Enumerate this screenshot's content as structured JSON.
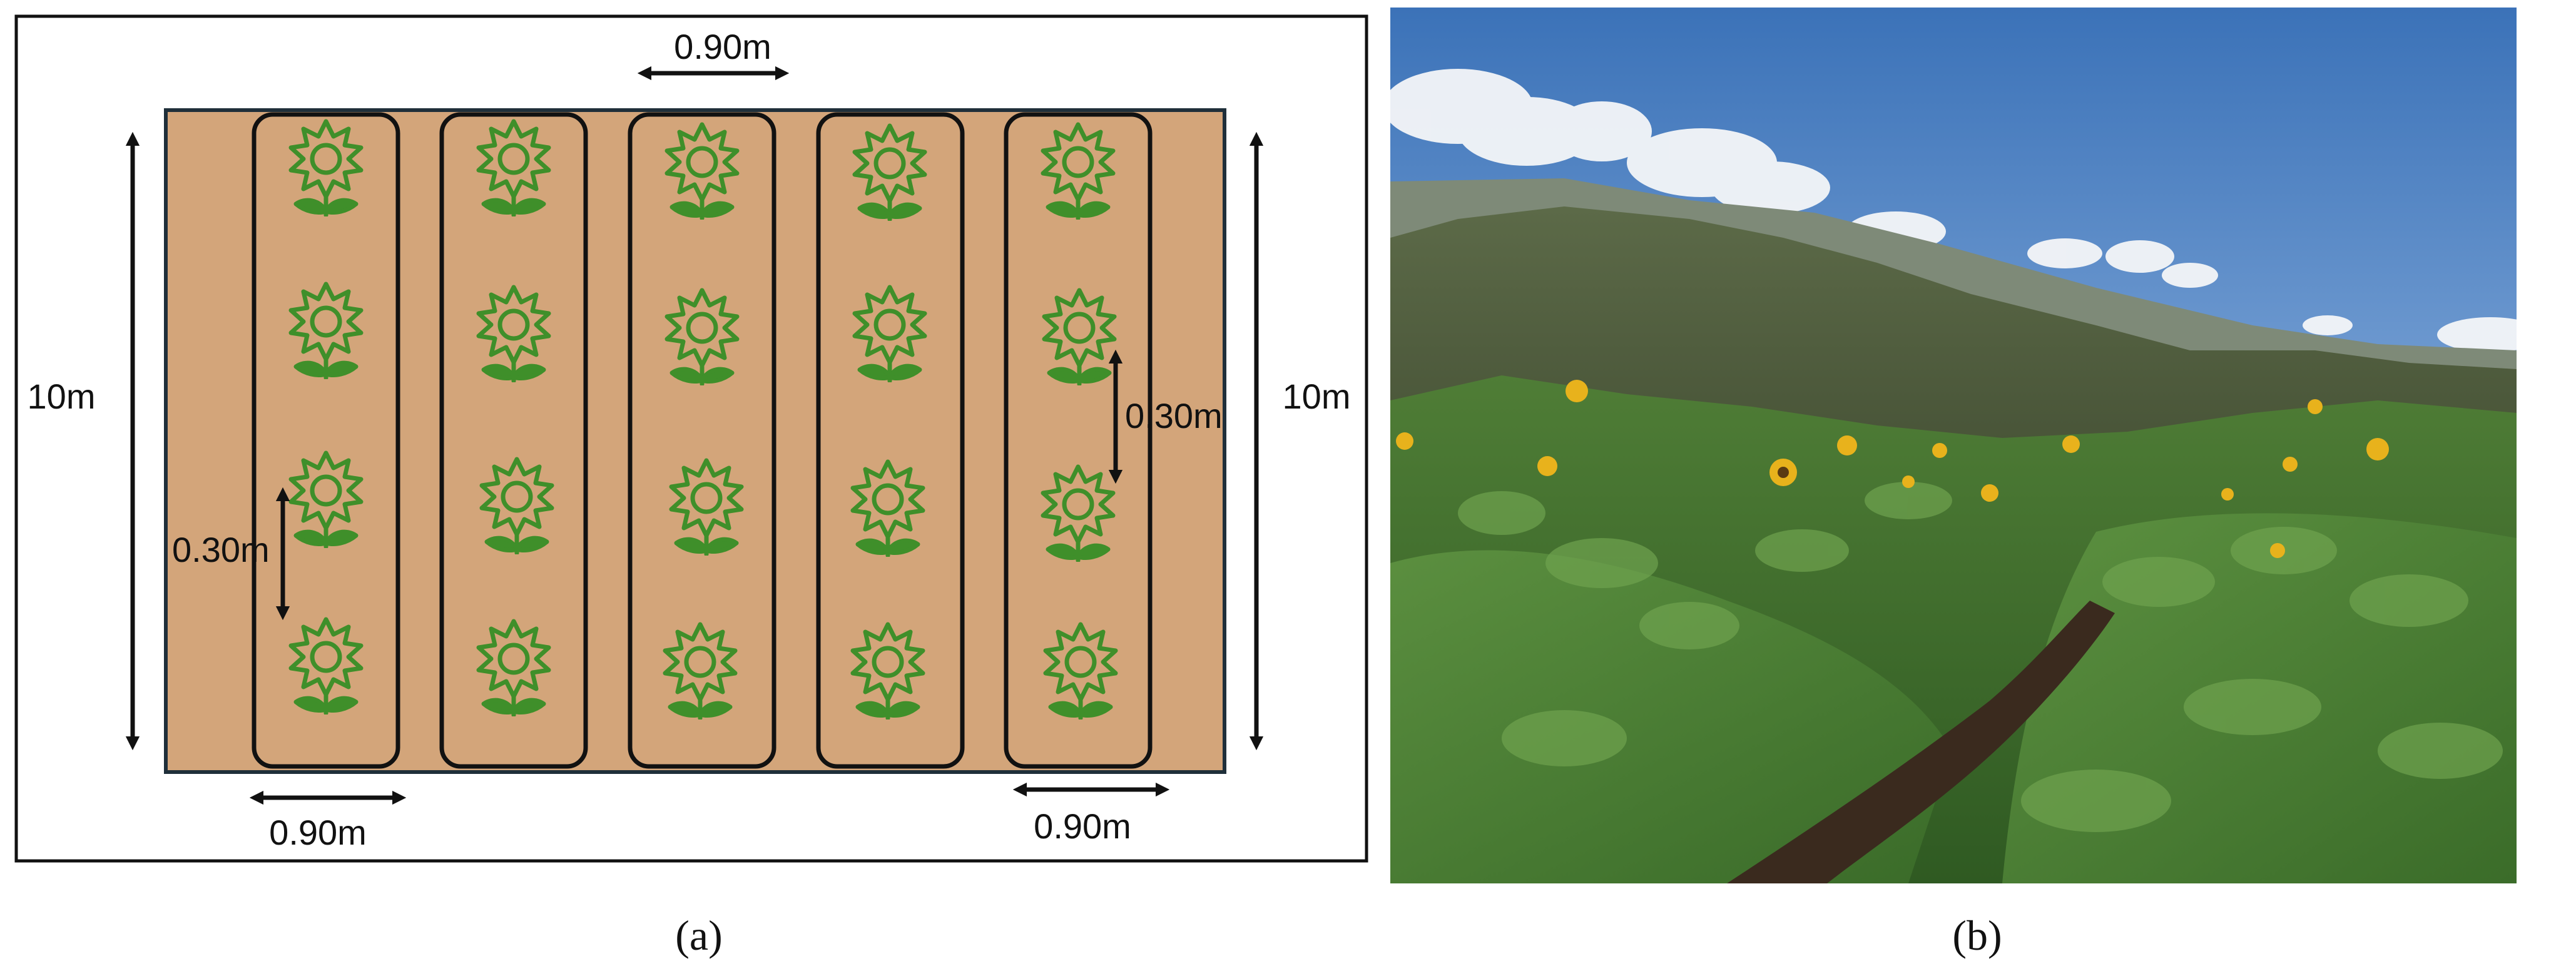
{
  "figure": {
    "panel_a": {
      "caption": "(a)",
      "colors": {
        "field": "#d3a57a",
        "field_border": "#1f2f3a",
        "row_border": "#111111",
        "flower": "#3f8f2a",
        "frame": "#111111"
      },
      "icon": "sunflower-icon",
      "rows": 5,
      "plants_per_row": 4,
      "labels": {
        "top_spacing": "0.90m",
        "left_length": "10m",
        "right_length": "10m",
        "left_plant_spacing": "0.30m",
        "right_plant_spacing": "0.30m",
        "bottom_left_spacing": "0.90m",
        "bottom_right_spacing": "0.90m"
      }
    },
    "panel_b": {
      "caption": "(b)",
      "description_icon": "sunflower-field-photo"
    }
  }
}
